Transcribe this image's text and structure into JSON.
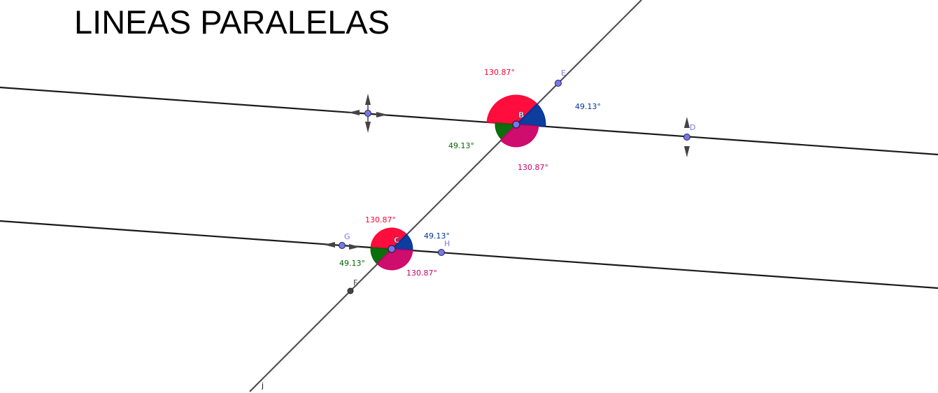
{
  "title": "LINEAS PARALELAS",
  "colors": {
    "red": "#ff0033",
    "blue": "#003399",
    "green": "#006600",
    "magenta": "#cc0066",
    "point": "#7777ee",
    "line": "#1a1a1a",
    "transversal": "#444444"
  },
  "points": {
    "B": "B",
    "C": "C",
    "D": "D",
    "E": "E",
    "F": "F",
    "G": "G",
    "H": "H",
    "j": "j"
  },
  "angles": {
    "B_obtuse_top": "130.87°",
    "B_acute_right": "49.13°",
    "B_acute_left": "49.13°",
    "B_obtuse_bottom": "130.87°",
    "C_obtuse_top": "130.87°",
    "C_acute_right": "49.13°",
    "C_acute_left": "49.13°",
    "C_obtuse_bottom": "130.87°"
  },
  "icons": {
    "move": "move-arrows-icon",
    "vertical": "vertical-arrows-icon",
    "horizontal": "horizontal-arrows-icon"
  }
}
